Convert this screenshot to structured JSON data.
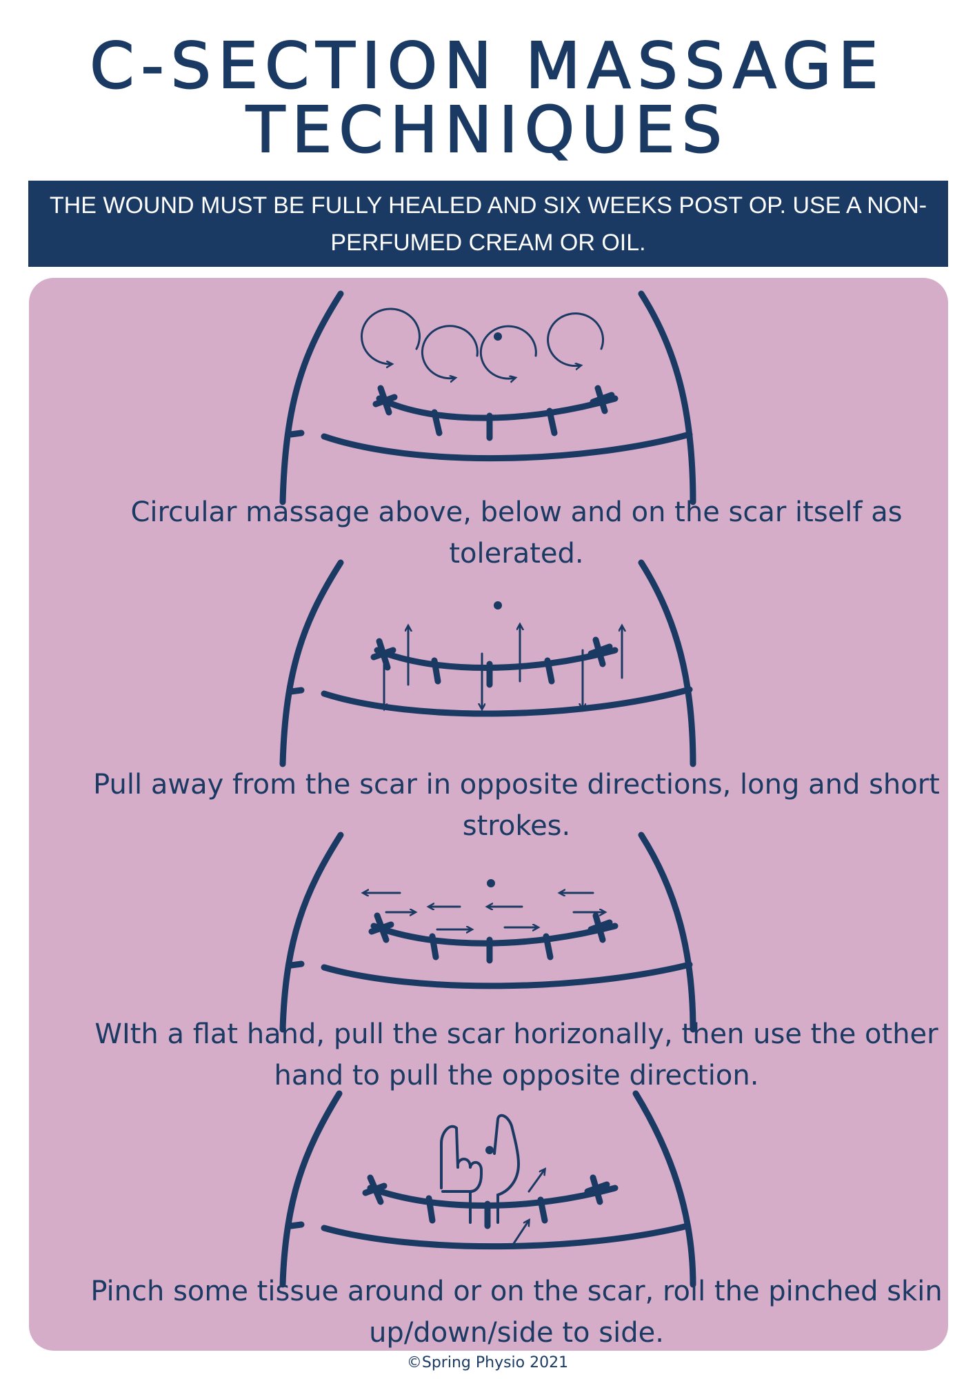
{
  "title": {
    "line1": "C-SECTION MASSAGE",
    "line2": "TECHNIQUES"
  },
  "banner": "THE WOUND MUST BE FULLY HEALED AND SIX WEEKS POST OP. USE A NON-PERFUMED CREAM OR OIL.",
  "techniques": [
    {
      "caption": "Circular massage above, below and on the scar itself as tolerated.",
      "icon": "circular-massage-icon"
    },
    {
      "caption": "Pull away from the scar in opposite directions, long and short strokes.",
      "icon": "pull-strokes-icon"
    },
    {
      "caption": "WIth a flat hand, pull the scar horizonally, then use the other hand to pull the opposite direction.",
      "icon": "horizontal-pull-icon"
    },
    {
      "caption": "Pinch some tissue around or on the scar, roll the pinched  skin up/down/side to side.",
      "icon": "pinch-roll-icon"
    }
  ],
  "footer": "©Spring Physio 2021",
  "colors": {
    "navy": "#1b3a63",
    "panel": "#d5adc9",
    "background": "#ffffff"
  }
}
